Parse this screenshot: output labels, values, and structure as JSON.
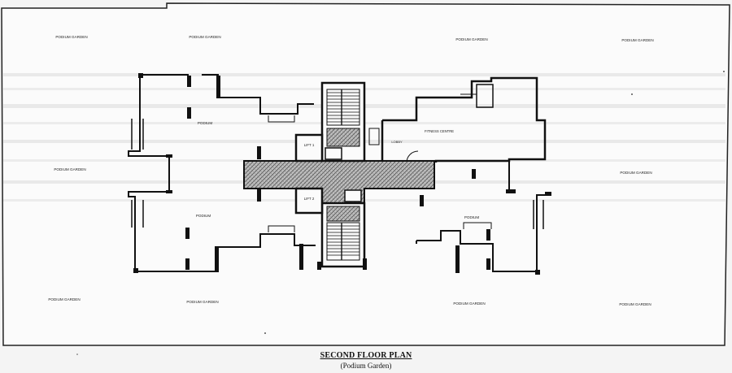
{
  "caption": {
    "title": "SECOND FLOOR PLAN",
    "subtitle": "(Podium Garden)"
  },
  "labels": {
    "podium_garden": "PODIUM GARDEN",
    "podium": "PODIUM",
    "lift_1": "LIFT 1",
    "lift_2": "LIFT 2",
    "fitness_centre": "FITNESS CENTRE",
    "lobby": "LOBBY"
  },
  "colors": {
    "wall": "#111111",
    "paper": "#f4f4f4"
  }
}
